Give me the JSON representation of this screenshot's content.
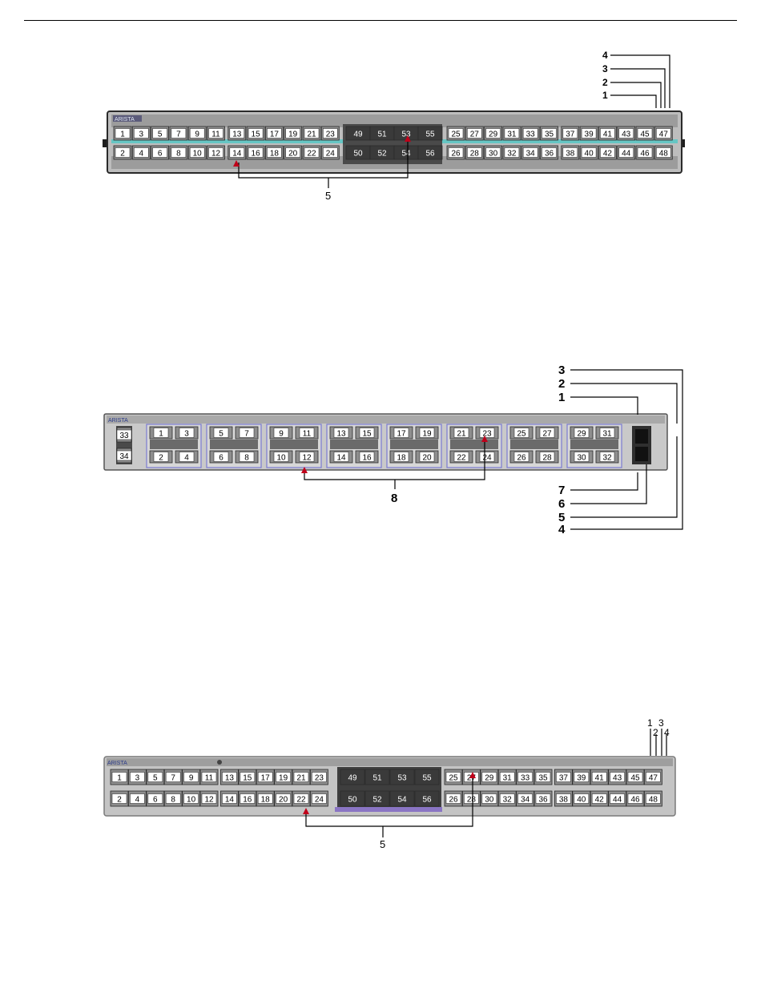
{
  "diagrams": [
    {
      "brand": "ARISTA",
      "top_ports": [
        "1",
        "3",
        "5",
        "7",
        "9",
        "11",
        "13",
        "15",
        "17",
        "19",
        "21",
        "23",
        "49",
        "51",
        "53",
        "55",
        "25",
        "27",
        "29",
        "31",
        "33",
        "35",
        "37",
        "39",
        "41",
        "43",
        "45",
        "47"
      ],
      "bottom_ports": [
        "2",
        "4",
        "6",
        "8",
        "10",
        "12",
        "14",
        "16",
        "18",
        "20",
        "22",
        "24",
        "50",
        "52",
        "54",
        "56",
        "26",
        "28",
        "30",
        "32",
        "34",
        "36",
        "38",
        "40",
        "42",
        "44",
        "46",
        "48"
      ],
      "callouts": [
        "1",
        "2",
        "3",
        "4",
        "5"
      ]
    },
    {
      "brand": "ARISTA",
      "left_ports": [
        "33",
        "34"
      ],
      "top_ports": [
        "1",
        "3",
        "5",
        "7",
        "9",
        "11",
        "13",
        "15",
        "17",
        "19",
        "21",
        "23",
        "25",
        "27",
        "29",
        "31"
      ],
      "bottom_ports": [
        "2",
        "4",
        "6",
        "8",
        "10",
        "12",
        "14",
        "16",
        "18",
        "20",
        "22",
        "24",
        "26",
        "28",
        "30",
        "32"
      ],
      "callouts": [
        "1",
        "2",
        "3",
        "4",
        "5",
        "6",
        "7",
        "8"
      ]
    },
    {
      "brand": "ARISTA",
      "top_ports": [
        "1",
        "3",
        "5",
        "7",
        "9",
        "11",
        "13",
        "15",
        "17",
        "19",
        "21",
        "23",
        "49",
        "51",
        "53",
        "55",
        "25",
        "27",
        "29",
        "31",
        "33",
        "35",
        "37",
        "39",
        "41",
        "43",
        "45",
        "47"
      ],
      "bottom_ports": [
        "2",
        "4",
        "6",
        "8",
        "10",
        "12",
        "14",
        "16",
        "18",
        "20",
        "22",
        "24",
        "50",
        "52",
        "54",
        "56",
        "26",
        "28",
        "30",
        "32",
        "34",
        "36",
        "38",
        "40",
        "42",
        "44",
        "46",
        "48"
      ],
      "callouts": [
        "1",
        "2",
        "3",
        "4",
        "5"
      ]
    }
  ]
}
